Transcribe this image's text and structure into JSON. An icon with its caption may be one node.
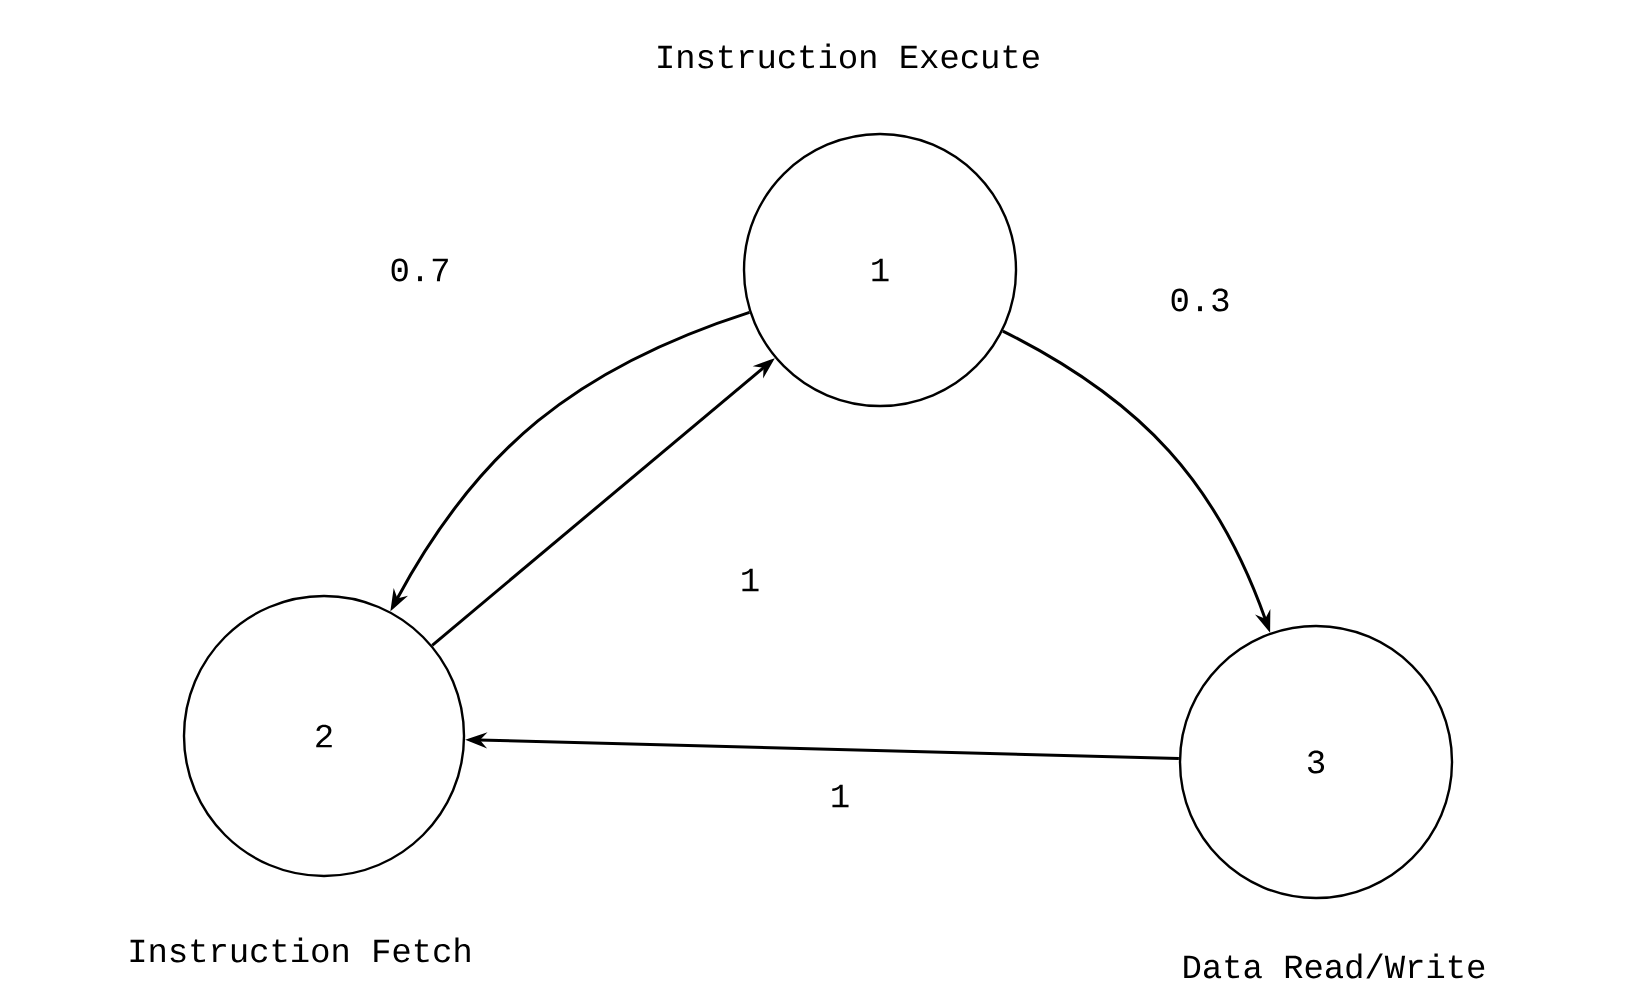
{
  "diagram": {
    "nodes": [
      {
        "text": [
          "1"
        ],
        "beside": [
          "Instruction Execute"
        ]
      },
      {
        "text": [
          "2"
        ],
        "beside": [
          "Instruction Fetch"
        ]
      },
      {
        "text": [
          "3"
        ],
        "beside": [
          "Data Read/Write"
        ]
      }
    ],
    "edges": [
      {
        "from": 0,
        "to": 1,
        "arrow": "to",
        "label": "0.7"
      },
      {
        "from": 1,
        "to": 0,
        "arrow": "to",
        "label": "1"
      },
      {
        "from": 0,
        "to": 2,
        "arrow": "to",
        "label": "0.3"
      },
      {
        "from": 2,
        "to": 1,
        "arrow": "to",
        "label": "1"
      }
    ]
  }
}
